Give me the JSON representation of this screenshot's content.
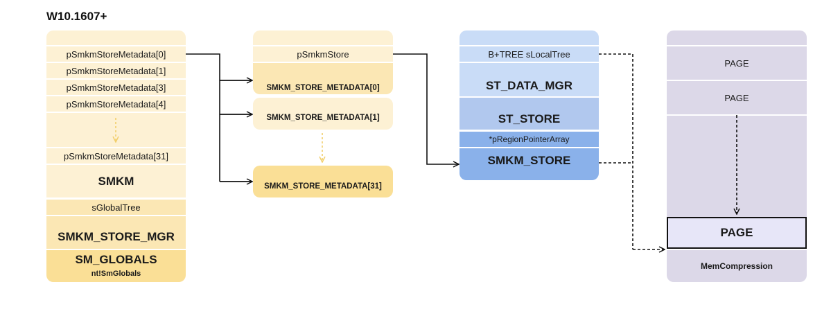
{
  "title": "W10.1607+",
  "smkm_store_mgr": {
    "metadata_slots": [
      "pSmkmStoreMetadata[0]",
      "pSmkmStoreMetadata[1]",
      "pSmkmStoreMetadata[3]",
      "pSmkmStoreMetadata[4]",
      "pSmkmStoreMetadata[31]"
    ],
    "smkm": "SMKM",
    "global_tree": "sGlobalTree",
    "mgr": "SMKM_STORE_MGR",
    "globals": "SM_GLOBALS",
    "globals_symbol": "nt!SmGlobals"
  },
  "metadata": {
    "store_ptr": "pSmkmStore",
    "entries": [
      "SMKM_STORE_METADATA[0]",
      "SMKM_STORE_METADATA[1]",
      "SMKM_STORE_METADATA[31]"
    ]
  },
  "smkm_store": {
    "local_tree": "B+TREE sLocalTree",
    "data_mgr": "ST_DATA_MGR",
    "st_store": "ST_STORE",
    "region_ptr_array": "*pRegionPointerArray",
    "store": "SMKM_STORE"
  },
  "memcompression": {
    "pages": [
      "PAGE",
      "PAGE"
    ],
    "target_page": "PAGE",
    "process": "MemCompression"
  },
  "colors": {
    "yellow_light": "#fdf1d4",
    "yellow_medium": "#fbe7b4",
    "yellow_dark": "#fadf96",
    "blue_light": "#c9dcf7",
    "blue_medium": "#b1c8ee",
    "blue_dark": "#8ab1ea",
    "purple_light": "#dcd8e8",
    "page_highlight": "#e7e6f8"
  }
}
